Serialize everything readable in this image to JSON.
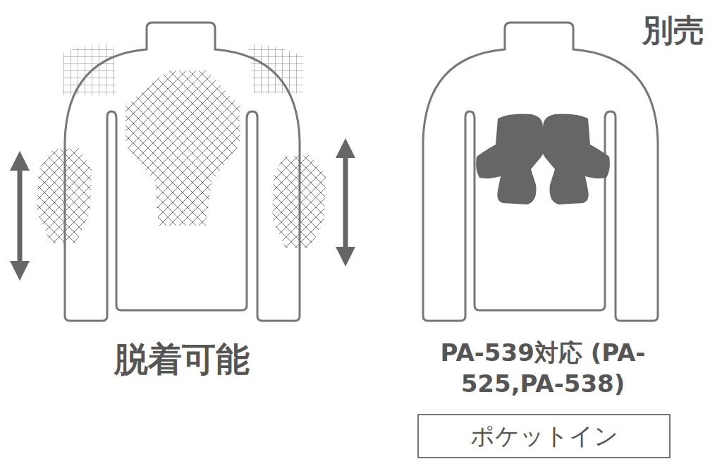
{
  "diagram": {
    "nodes": [
      {
        "text": [
          "ポケットイン"
        ]
      }
    ],
    "labels": [
      "別売",
      "脱着可能",
      "PA-539対応 (PA-525,PA-538)"
    ]
  }
}
